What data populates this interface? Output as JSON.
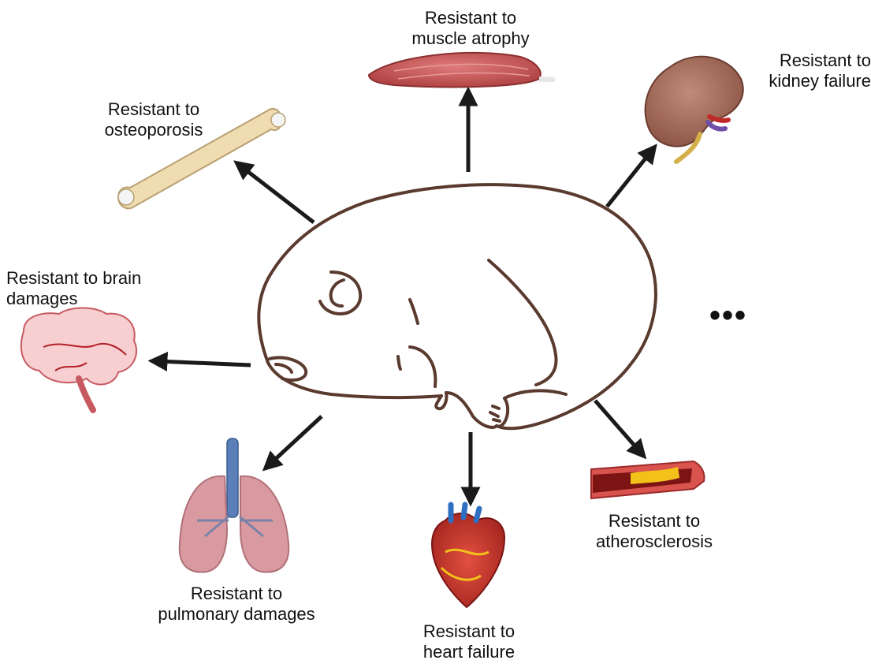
{
  "diagram": {
    "center": {
      "subject": "hibernating-animal"
    },
    "outcomes": [
      {
        "id": "muscle",
        "line1": "Resistant to",
        "line2": "muscle atrophy"
      },
      {
        "id": "kidney",
        "line1": "Resistant to",
        "line2": "kidney failure"
      },
      {
        "id": "bone",
        "line1": "Resistant to",
        "line2": "osteoporosis"
      },
      {
        "id": "brain",
        "line1": "Resistant to brain",
        "line2": "damages"
      },
      {
        "id": "lung",
        "line1": "Resistant to",
        "line2": "pulmonary damages"
      },
      {
        "id": "heart",
        "line1": "Resistant to",
        "line2": "heart failure"
      },
      {
        "id": "artery",
        "line1": "Resistant to",
        "line2": "atherosclerosis"
      }
    ],
    "more_indicator": "•••",
    "colors": {
      "outline": "#5a3a2e",
      "arrow": "#1a1a1a",
      "muscle": "#c85a5a",
      "kidney": "#a8705f",
      "bone": "#efdcb0",
      "brain": "#f5c6c8",
      "lung_tissue": "#d89aa0",
      "trachea": "#5b7fb8",
      "heart": "#c8342e",
      "vessel": "#7d1414",
      "plaque": "#f2c21a"
    }
  }
}
